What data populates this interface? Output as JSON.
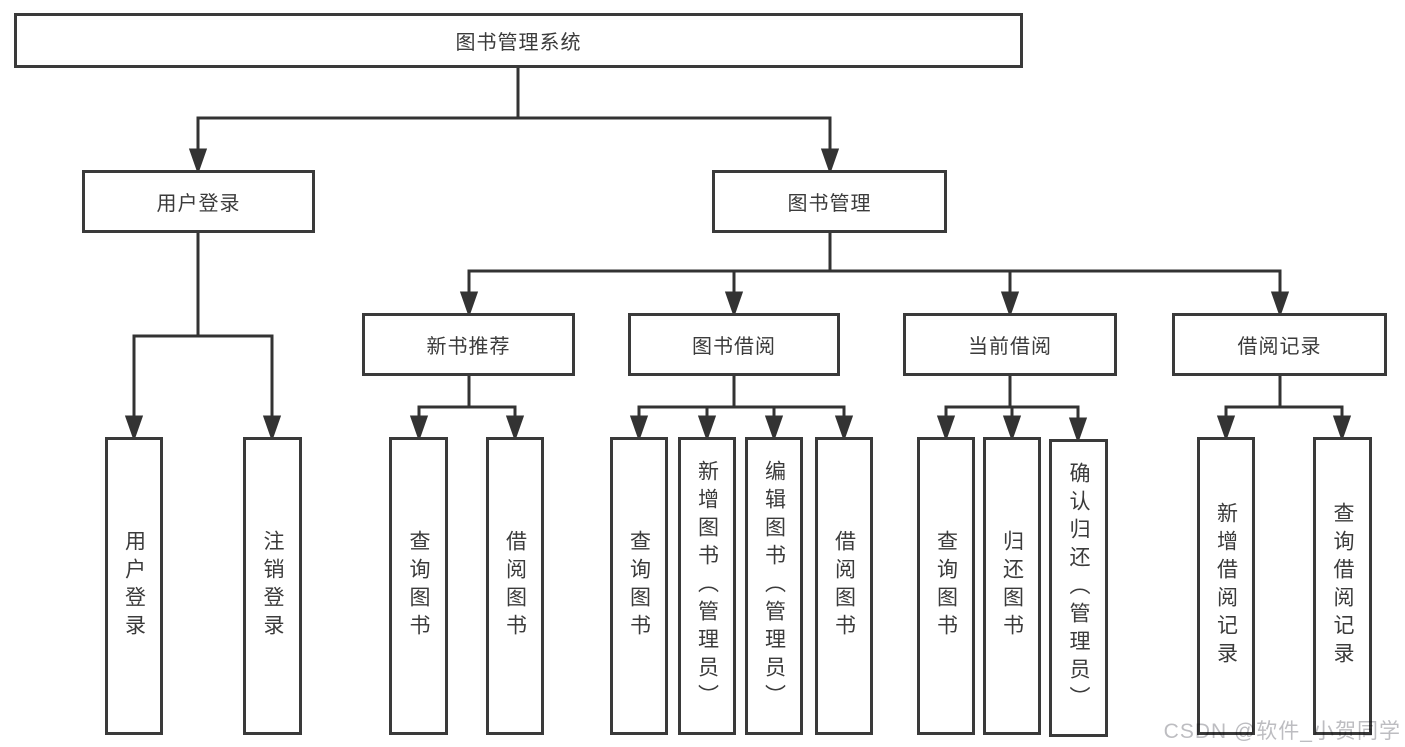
{
  "tree": {
    "root": {
      "label": "图书管理系统"
    },
    "branches": [
      {
        "label": "用户登录",
        "leaves": [
          "用户登录",
          "注销登录"
        ]
      },
      {
        "label": "图书管理",
        "groups": [
          {
            "label": "新书推荐",
            "leaves": [
              "查询图书",
              "借阅图书"
            ]
          },
          {
            "label": "图书借阅",
            "leaves": [
              "查询图书",
              "新增图书（管理员）",
              "编辑图书（管理员）",
              "借阅图书"
            ]
          },
          {
            "label": "当前借阅",
            "leaves": [
              "查询图书",
              "归还图书",
              "确认归还（管理员）"
            ]
          },
          {
            "label": "借阅记录",
            "leaves": [
              "新增借阅记录",
              "查询借阅记录"
            ]
          }
        ]
      }
    ]
  },
  "watermark": {
    "text": "CSDN @软件_小贺同学"
  },
  "colors": {
    "line": "#333333",
    "border": "#3a3a3a",
    "text": "#3b3b3b",
    "watermark": "#9a9aa0",
    "background": "#ffffff"
  }
}
